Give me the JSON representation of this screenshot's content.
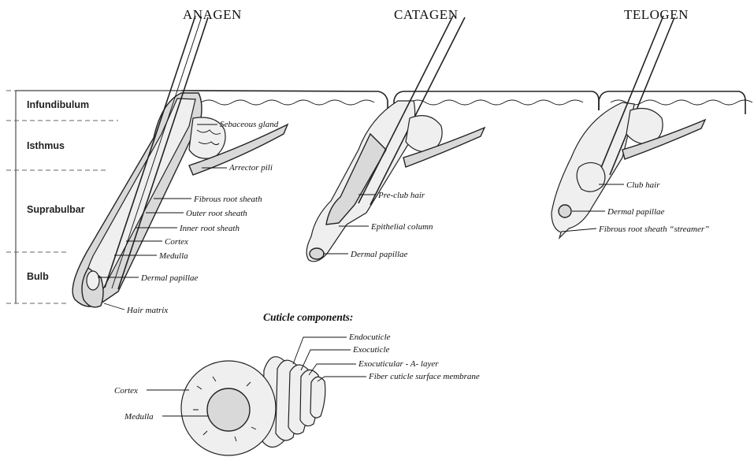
{
  "stages": {
    "anagen": "ANAGEN",
    "catagen": "CATAGEN",
    "telogen": "TELOGEN"
  },
  "zones": {
    "infundibulum": "Infundibulum",
    "isthmus": "Isthmus",
    "suprabulbar": "Suprabulbar",
    "bulb": "Bulb"
  },
  "anagen_labels": {
    "sebaceous_gland": "Sebaceous gland",
    "arrector_pili": "Arrector pili",
    "fibrous_root_sheath": "Fibrous root sheath",
    "outer_root_sheath": "Outer root sheath",
    "inner_root_sheath": "Inner root sheath",
    "cortex": "Cortex",
    "medulla": "Medulla",
    "dermal_papillae": "Dermal papillae",
    "hair_matrix": "Hair matrix"
  },
  "catagen_labels": {
    "pre_club_hair": "Pre-club hair",
    "epithelial_column": "Epithelial column",
    "dermal_papillae": "Dermal papillae"
  },
  "telogen_labels": {
    "club_hair": "Club hair",
    "dermal_papillae": "Dermal papillae",
    "fibrous_root_sheath_streamer": "Fibrous root sheath “streamer”"
  },
  "cuticle": {
    "heading": "Cuticle components:",
    "endocuticle": "Endocuticle",
    "exocuticle": "Exocuticle",
    "exocuticular_a_layer": "Exocuticular - A- layer",
    "fiber_cuticle_surface_membrane": "Fiber cuticle surface membrane",
    "cortex": "Cortex",
    "medulla": "Medulla"
  },
  "colors": {
    "ink": "#111111",
    "shade": "#d9d9d9",
    "paper": "#ffffff"
  }
}
